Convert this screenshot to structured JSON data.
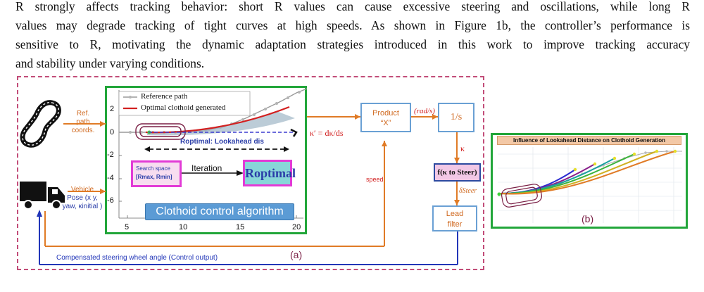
{
  "paragraph": {
    "lines": [
      "R strongly affects tracking behavior: short R values can cause excessive steering and oscillations, while long R",
      "values may degrade tracking of tight curves at high speeds. As shown in Figure 1b, the controller’s performance is",
      "sensitive to R, motivating the dynamic adaptation strategies introduced in this work to improve tracking accuracy",
      "and stability under varying conditions."
    ]
  },
  "diagram": {
    "ref_label": [
      "Ref.",
      "path",
      "coords."
    ],
    "vehicle_label": [
      "Vehicle",
      "Pose (x y,",
      "yaw, κinitial )"
    ],
    "legend": {
      "reference": "Reference path",
      "optimal": "Optimal clothoid generated"
    },
    "y_ticks": [
      "2",
      "0",
      "-2",
      "-4",
      "-6"
    ],
    "x_ticks": [
      "5",
      "10",
      "15",
      "20"
    ],
    "lookahead_label": "Roptimal: Lookahead dis",
    "kappa_eq": "κ′ = dκ/ds",
    "search_space": {
      "title": "Search space",
      "range": "[Rmax, Rmin]"
    },
    "iteration": "Iteration",
    "r_optimal": "Roptimal",
    "control_algorithm": "Clothoid control algorithm",
    "product_block": [
      "Product",
      "“X”"
    ],
    "rate_label": "(rad/s)",
    "integrator": "1/s",
    "kappa": "κ",
    "steer_block": "f(κ to Steer)",
    "delta_steer": "δSteer",
    "lead_filter": [
      "Lead",
      "filter"
    ],
    "speed": "speed",
    "compensated": "Compensated steering wheel angle (Control output)",
    "label_a": "(a)"
  },
  "fig_b": {
    "title": "Influence of Lookahead Distance on Clothoid Generation",
    "label_b": "(b)"
  },
  "colors": {
    "orange": "#e07b26",
    "green": "#22a63a",
    "blue_line": "#2236b8",
    "magenta": "#e23bd6",
    "dash": "#c24d79"
  }
}
